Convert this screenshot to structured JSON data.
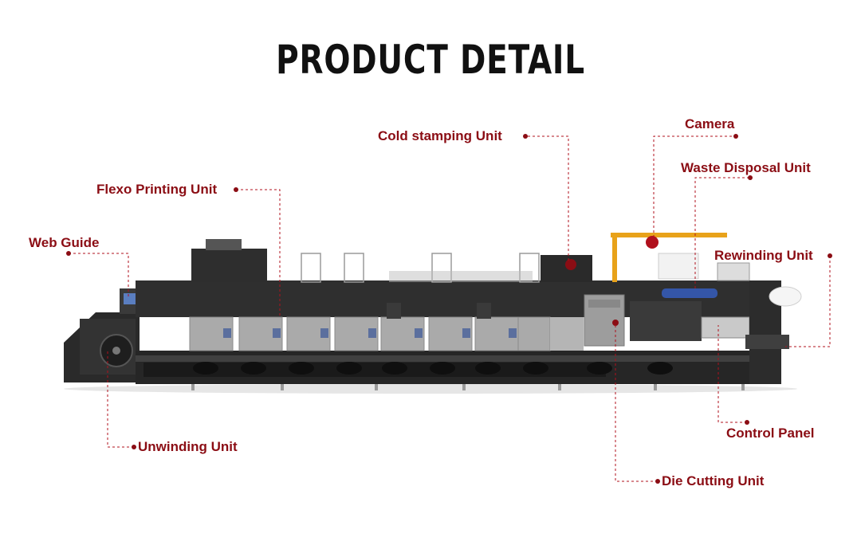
{
  "title": "PRODUCT DETAIL",
  "colors": {
    "label_red": "#8b0d14",
    "leader_red": "#b0101c",
    "machine_dark": "#2b2b2b",
    "unit_gray": "#a9a9a9",
    "crane_orange": "#e8a21a"
  },
  "labels": {
    "cold_stamping_unit": "Cold stamping Unit",
    "camera": "Camera",
    "waste_disposal_unit": "Waste Disposal Unit",
    "flexo_printing_unit": "Flexo Printing Unit",
    "rewinding_unit": "Rewinding Unit",
    "web_guide": "Web Guide",
    "control_panel": "Control Panel",
    "unwinding_unit": "Unwinding Unit",
    "die_cutting_unit": "Die Cutting Unit"
  }
}
